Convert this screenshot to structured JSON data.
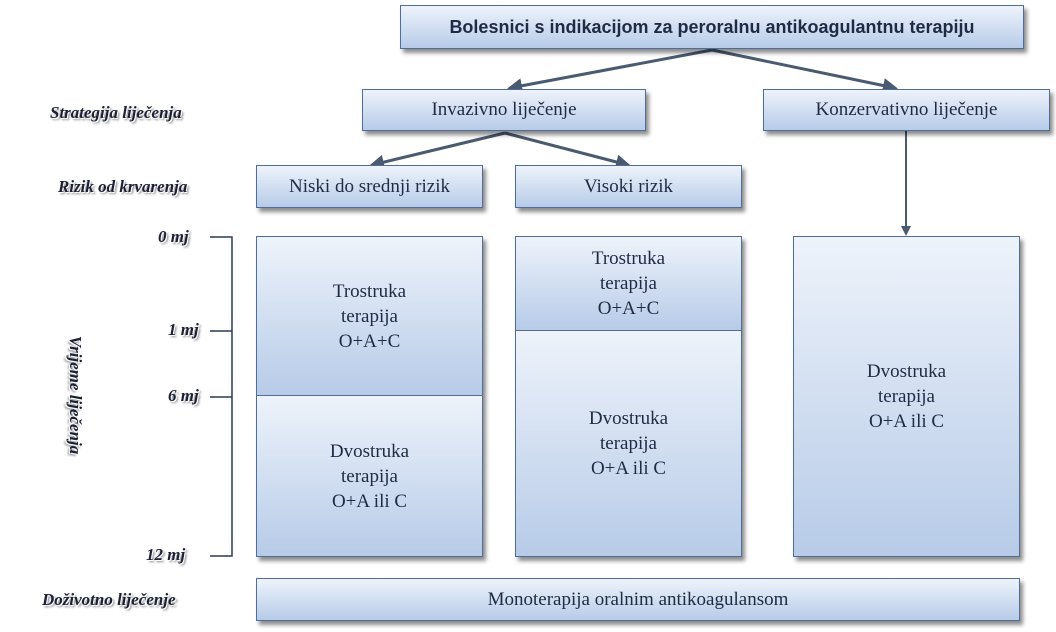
{
  "title": "Bolesnici s indikacijom za peroralnu antikoagulantnu terapiju",
  "row_labels": {
    "strategy": "Strategija liječenja",
    "bleeding_risk": "Rizik od krvarenja",
    "duration": "Vrijeme liječenja",
    "lifelong": "Doživotno liječenje"
  },
  "timeline": [
    "0 mj",
    "1 mj",
    "6 mj",
    "12 mj"
  ],
  "strategies": {
    "invasive": "Invazivno liječenje",
    "conservative": "Konzervativno liječenje"
  },
  "risks": {
    "low_mid": "Niski do srednji rizik",
    "high": "Visoki rizik"
  },
  "columns": {
    "low_mid": {
      "triple": [
        "Trostruka",
        "terapija",
        "O+A+C"
      ],
      "dual": [
        "Dvostruka",
        "terapija",
        "O+A ili C"
      ]
    },
    "high": {
      "triple": [
        "Trostruka",
        "terapija",
        "O+A+C"
      ],
      "dual": [
        "Dvostruka",
        "terapija",
        "O+A ili C"
      ]
    },
    "conservative": {
      "dual": [
        "Dvostruka",
        "terapija",
        "O+A ili C"
      ]
    }
  },
  "monotherapy": "Monoterapija oralnim antikoagulansom",
  "colors": {
    "border": "#4f6d96",
    "fill_top": "#eef3fb",
    "fill_bottom": "#b7cbe8",
    "text": "#1f2a44"
  }
}
